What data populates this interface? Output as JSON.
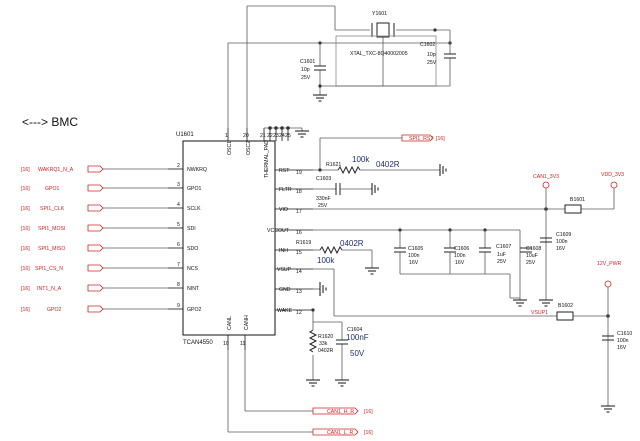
{
  "heading": "<---> BMC",
  "ic": {
    "ref": "U1601",
    "part": "TCAN4550",
    "left_pins": [
      {
        "num": "2",
        "name": "NWKRQ"
      },
      {
        "num": "3",
        "name": "GPO1"
      },
      {
        "num": "4",
        "name": "SCLK"
      },
      {
        "num": "5",
        "name": "SDI"
      },
      {
        "num": "6",
        "name": "SDO"
      },
      {
        "num": "7",
        "name": "NCS"
      },
      {
        "num": "8",
        "name": "NINT"
      },
      {
        "num": "9",
        "name": "GPO2"
      }
    ],
    "right_pins": [
      {
        "num": "19",
        "name": "RST"
      },
      {
        "num": "18",
        "name": "FLTR"
      },
      {
        "num": "17",
        "name": "VIO"
      },
      {
        "num": "16",
        "name": "VCCOUT"
      },
      {
        "num": "15",
        "name": "INH"
      },
      {
        "num": "14",
        "name": "VSUP"
      },
      {
        "num": "13",
        "name": "GND"
      },
      {
        "num": "12",
        "name": "WAKE"
      }
    ],
    "top_pins": [
      {
        "num": "1",
        "name": "OSC1"
      },
      {
        "num": "20",
        "name": "OSC2"
      },
      {
        "num": "21",
        "name": "THERMAL_PAD"
      },
      {
        "num": "22",
        "name": ""
      },
      {
        "num": "23",
        "name": ""
      },
      {
        "num": "24",
        "name": ""
      },
      {
        "num": "25",
        "name": ""
      }
    ],
    "bottom_pins": [
      {
        "num": "10",
        "name": "CANL"
      },
      {
        "num": "11",
        "name": "CANH"
      }
    ]
  },
  "left_nets": [
    {
      "sheet": "[16]",
      "name": "WAKRQ1_N_A"
    },
    {
      "sheet": "[16]",
      "name": "GPO1"
    },
    {
      "sheet": "[16]",
      "name": "SPI1_CLK"
    },
    {
      "sheet": "[16]",
      "name": "SPI1_MOSI"
    },
    {
      "sheet": "[16]",
      "name": "SPI1_MISO"
    },
    {
      "sheet": "[16]",
      "name": "SPI1_CS_N"
    },
    {
      "sheet": "[16]",
      "name": "INT1_N_A"
    },
    {
      "sheet": "[16]",
      "name": "GPO2"
    }
  ],
  "nets": {
    "spi_rst": {
      "name": "SPI1_RST",
      "sheet": "[16]"
    },
    "can1_h": {
      "name": "CAN1_H_R",
      "sheet": "[16]"
    },
    "can1_l": {
      "name": "CAN1_L_R",
      "sheet": "[16]"
    },
    "can1_3v3": "CAN1_3V3",
    "vdd_3v3": "VDD_3V3",
    "p12v": "12V_PWR",
    "vsup1": "VSUP1"
  },
  "crystal": {
    "ref": "Y1601",
    "part": "XTAL_TXC-8Q40002005"
  },
  "caps": {
    "c1601": {
      "ref": "C1601",
      "value": "10p",
      "voltage": "25V"
    },
    "c1602": {
      "ref": "C1602",
      "value": "10p",
      "voltage": "25V"
    },
    "c1603": {
      "ref": "C1603",
      "value": "330nF",
      "voltage": "25V"
    },
    "c1604": {
      "ref": "C1604",
      "value": "100nF",
      "voltage": "50V"
    },
    "c1605": {
      "ref": "C1605",
      "value": "100n",
      "voltage": "16V"
    },
    "c1606": {
      "ref": "C1606",
      "value": "100n",
      "voltage": "16V"
    },
    "c1607": {
      "ref": "C1607",
      "value": "1uF",
      "voltage": "25V"
    },
    "c1608": {
      "ref": "C1608",
      "value": "10uF",
      "voltage": "25V"
    },
    "c1609": {
      "ref": "C1609",
      "value": "100n",
      "voltage": "16V"
    },
    "c1610": {
      "ref": "C1610",
      "value": "100n",
      "voltage": "16V"
    }
  },
  "resistors": {
    "r1621": {
      "ref": "R1621",
      "value": "100k",
      "package": "0402R"
    },
    "r1619": {
      "ref": "R1619",
      "value": "100k",
      "package": "0402R"
    },
    "r1620": {
      "ref": "R1620",
      "value": "33k",
      "package": "0402R"
    }
  },
  "beads": {
    "b1601": {
      "ref": "B1601"
    },
    "b1602": {
      "ref": "B1602"
    }
  }
}
